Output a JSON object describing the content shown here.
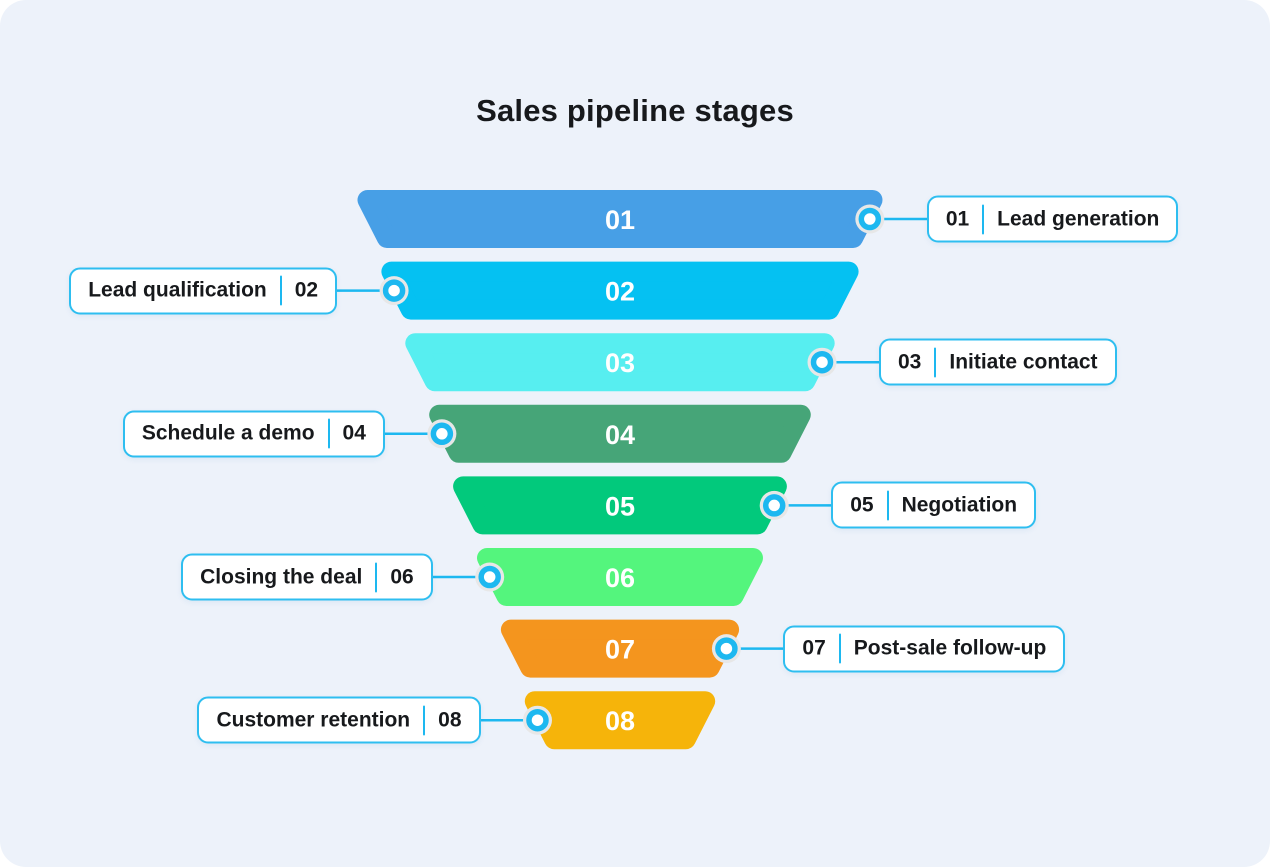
{
  "page": {
    "title": "Sales pipeline stages",
    "background": "#edf2fa",
    "outer_background": "#ffffff",
    "title_color": "#17191c"
  },
  "connector": {
    "line_color": "#1db8f0",
    "ring_color": "#1db8f0",
    "halo_color": "#e7e7e7",
    "dot_fill": "#ffffff"
  },
  "label_card": {
    "border_color": "#2ebef0",
    "background": "#ffffff",
    "divider_color": "#1db8f0",
    "text_color": "#17191c"
  },
  "stages": [
    {
      "number": "01",
      "name": "Lead generation",
      "side": "right",
      "color": "#479fe6"
    },
    {
      "number": "02",
      "name": "Lead qualification",
      "side": "left",
      "color": "#05c1f2"
    },
    {
      "number": "03",
      "name": "Initiate contact",
      "side": "right",
      "color": "#57eef0"
    },
    {
      "number": "04",
      "name": "Schedule a demo",
      "side": "left",
      "color": "#46a578"
    },
    {
      "number": "05",
      "name": "Negotiation",
      "side": "right",
      "color": "#02c97c"
    },
    {
      "number": "06",
      "name": "Closing the deal",
      "side": "left",
      "color": "#54f57d"
    },
    {
      "number": "07",
      "name": "Post-sale follow-up",
      "side": "right",
      "color": "#f4951e"
    },
    {
      "number": "08",
      "name": "Customer retention",
      "side": "left",
      "color": "#f6b40a"
    }
  ]
}
